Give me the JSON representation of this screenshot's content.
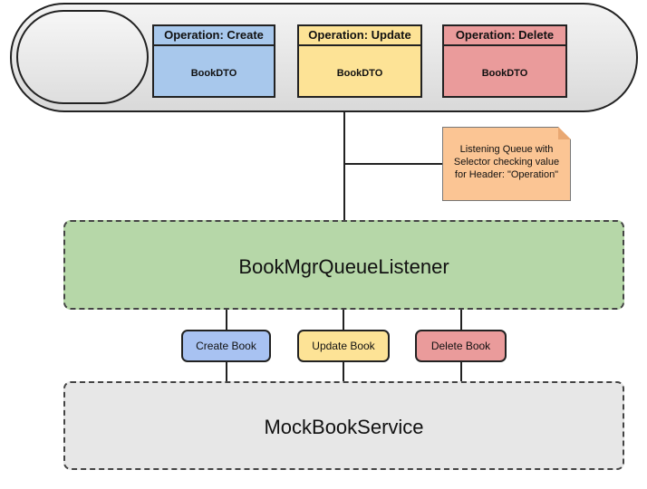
{
  "queue": {
    "messages": [
      {
        "operation": "Operation: Create",
        "payload": "BookDTO"
      },
      {
        "operation": "Operation: Update",
        "payload": "BookDTO"
      },
      {
        "operation": "Operation: Delete",
        "payload": "BookDTO"
      }
    ],
    "colors": {
      "create": "#a8c8ec",
      "update": "#fde396",
      "delete": "#ea9b9b"
    }
  },
  "note": {
    "lines": [
      "Listening Queue with",
      "Selector checking value",
      "for Header: \"Operation\""
    ],
    "color": "#fbc594"
  },
  "listener": {
    "label": "BookMgrQueueListener",
    "color": "#b6d7a8"
  },
  "operations": [
    {
      "label": "Create Book"
    },
    {
      "label": "Update Book"
    },
    {
      "label": "Delete Book"
    }
  ],
  "service": {
    "label": "MockBookService",
    "color": "#e7e7e7"
  }
}
